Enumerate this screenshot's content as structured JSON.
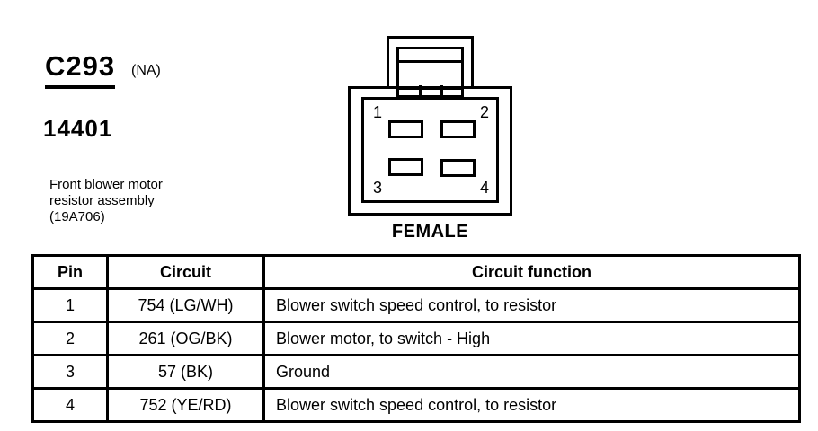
{
  "header": {
    "connector_id": "C293",
    "region_note": "(NA)",
    "part_number": "14401",
    "description": [
      "Front blower motor",
      "resistor assembly",
      "(19A706)"
    ]
  },
  "connector": {
    "pin_labels": [
      "1",
      "2",
      "3",
      "4"
    ],
    "gender_label": "FEMALE"
  },
  "table": {
    "headers": [
      "Pin",
      "Circuit",
      "Circuit function"
    ],
    "rows": [
      {
        "pin": "1",
        "circuit": "754 (LG/WH)",
        "function": "Blower switch speed control, to resistor"
      },
      {
        "pin": "2",
        "circuit": "261 (OG/BK)",
        "function": "Blower motor, to switch - High"
      },
      {
        "pin": "3",
        "circuit": "57 (BK)",
        "function": "Ground"
      },
      {
        "pin": "4",
        "circuit": "752 (YE/RD)",
        "function": "Blower switch speed control, to resistor"
      }
    ]
  },
  "colors": {
    "ink": "#000000",
    "paper": "#ffffff"
  }
}
